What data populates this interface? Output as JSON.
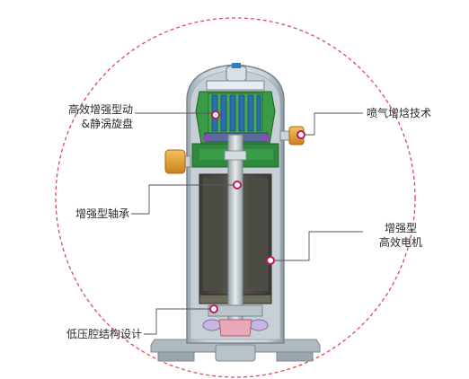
{
  "callouts": {
    "scroll": {
      "line1": "高效增强型动",
      "line2": "&静涡旋盘"
    },
    "vapor_injection": {
      "text": "喷气增焓技术"
    },
    "bearing": {
      "text": "增强型轴承"
    },
    "motor": {
      "line1": "增强型",
      "line2": "高效电机"
    },
    "low_pressure_shell": {
      "text": "低压腔结构设计"
    }
  },
  "colors": {
    "dashed_circle": "#e04a5a",
    "marker": "#c2185b",
    "shell": "#b8c4cc",
    "stator": "#4a4a44",
    "scroll_green": "#2e8b3e",
    "injection_port": "#e8a23a",
    "leader_line": "#555555"
  }
}
